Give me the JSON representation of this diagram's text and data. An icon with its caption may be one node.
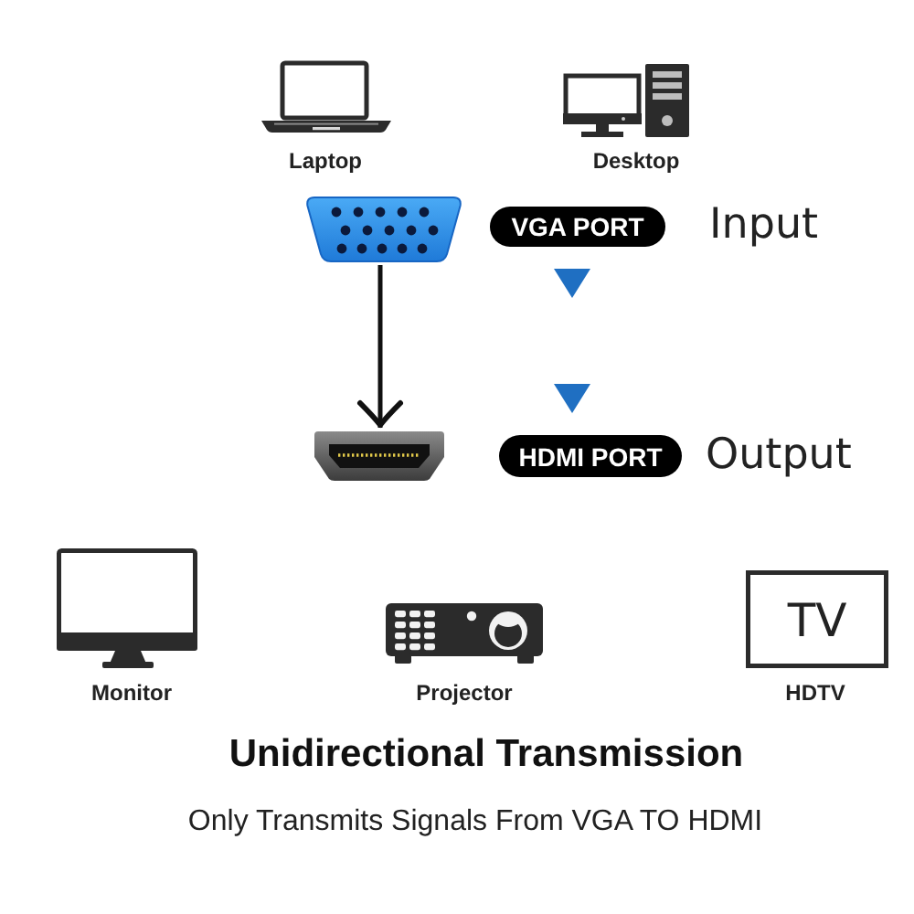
{
  "diagram": {
    "title": "Unidirectional Transmission",
    "caption": "Only Transmits Signals From VGA TO HDMI",
    "nodes": [
      {
        "text": [],
        "shape": "picture"
      },
      {
        "text": [
          "VGA PORT"
        ],
        "beside": [
          "Input"
        ]
      },
      {
        "text": [],
        "shape": "picture"
      },
      {
        "text": [
          "HDMI PORT"
        ],
        "beside": [
          "Output"
        ]
      }
    ],
    "edges": [
      {
        "from": 0,
        "to": 2,
        "arrow": "to"
      }
    ],
    "labels": [
      "Laptop",
      "Desktop",
      "TV",
      "Monitor",
      "Projector",
      "HDTV"
    ]
  }
}
